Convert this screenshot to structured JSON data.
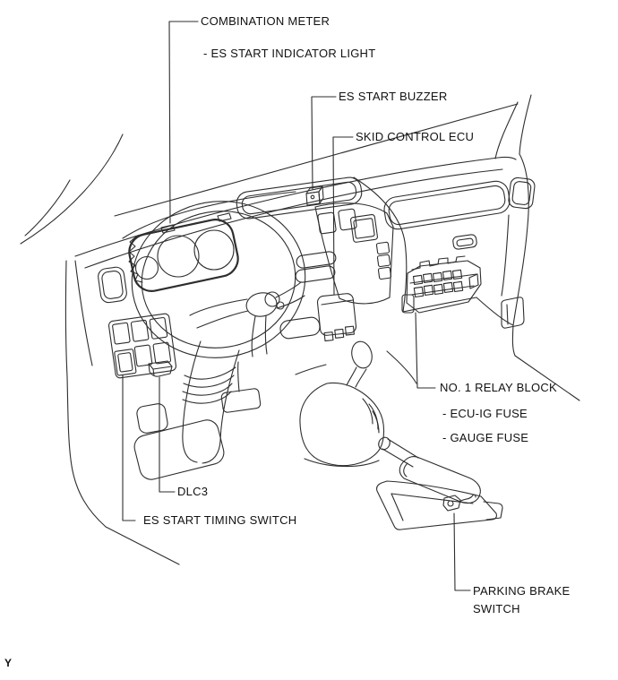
{
  "figure": {
    "type": "technical-illustration",
    "subject": "Vehicle dashboard component location diagram",
    "page_marker": "Y",
    "colors": {
      "background": "#ffffff",
      "line": "#2e2e2e",
      "text": "#111111"
    },
    "callouts": [
      {
        "id": "combination_meter",
        "label": "COMBINATION METER",
        "sub_items": [
          "- ES START INDICATOR LIGHT"
        ]
      },
      {
        "id": "es_start_buzzer",
        "label": "ES START BUZZER"
      },
      {
        "id": "skid_control_ecu",
        "label": "SKID CONTROL ECU"
      },
      {
        "id": "no1_relay_block",
        "label": "NO. 1 RELAY BLOCK",
        "sub_items": [
          "- ECU-IG FUSE",
          "- GAUGE FUSE"
        ]
      },
      {
        "id": "dlc3",
        "label": "DLC3"
      },
      {
        "id": "es_start_timing_switch",
        "label": "ES START TIMING SWITCH"
      },
      {
        "id": "parking_brake_switch",
        "label_line1": "PARKING BRAKE",
        "label_line2": "SWITCH"
      }
    ]
  }
}
